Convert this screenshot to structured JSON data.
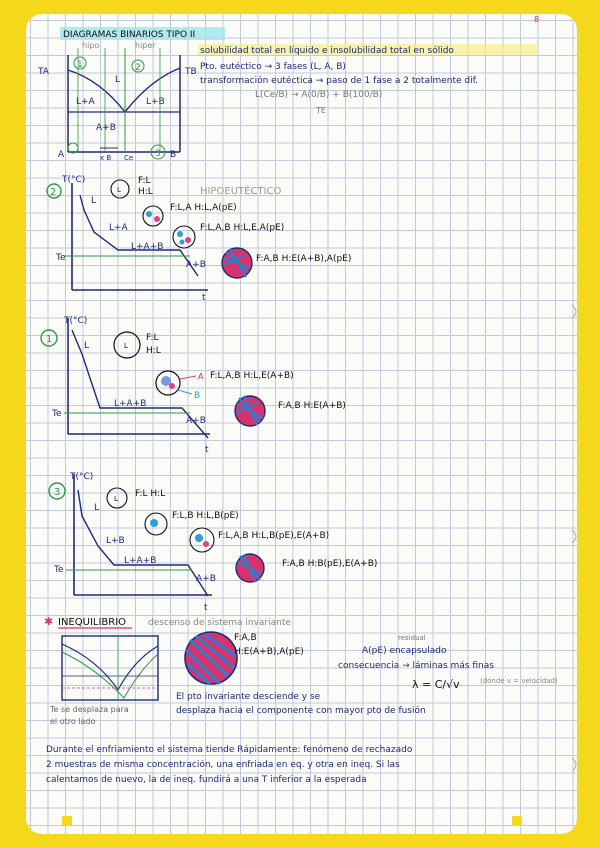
{
  "page": {
    "corner_number": "8"
  },
  "header": {
    "title": "DIAGRAMAS BINARIOS TIPO II",
    "line1": "solubilidad total en líquido e insolubilidad total en sólido",
    "line2": "Pto. eutéctico → 3 fases (L, A, B)",
    "line3": "transformación eutéctica → paso de 1 fase a 2 totalmente dif.",
    "line4": "L(Ce/B) → A(0/B) + B(100/B)",
    "te_under": "TE"
  },
  "top_diagram": {
    "hipo": "hipo",
    "hiper": "hiper",
    "TA": "TA",
    "TB": "TB",
    "L": "L",
    "LA": "L+A",
    "LB": "L+B",
    "AB": "A+B",
    "A": "A",
    "B": "B",
    "xB": "x B",
    "Ce": "Ce",
    "n1": "1",
    "n2": "2",
    "n3": "3"
  },
  "section2": {
    "num": "2",
    "hipo": "HIPOEUTÉCTICO",
    "T": "T(°C)",
    "t": "t",
    "Te": "Te",
    "L": "L",
    "LA": "L+A",
    "LAB": "L+A+B",
    "AB": "A+B",
    "s1": "F:L",
    "s1b": "H:L",
    "s2": "F:L,A  H:L,A(pE)",
    "s3": "F:L,A,B  H:L,E,A(pE)",
    "s4": "F:A,B  H:E(A+B),A(pE)"
  },
  "section1": {
    "num": "1",
    "T": "T(°C)",
    "t": "t",
    "Te": "Te",
    "L": "L",
    "LAB": "L+A+B",
    "AB": "A+B",
    "s1": "F:L",
    "s1b": "H:L",
    "s2": "F:L,A,B  H:L,E(A+B)",
    "a": "A",
    "b": "B",
    "s3": "F:A,B  H:E(A+B)"
  },
  "section3": {
    "num": "3",
    "T": "T(°C)",
    "t": "t",
    "Te": "Te",
    "L": "L",
    "LB": "L+B",
    "LAB": "L+A+B",
    "AB": "A+B",
    "s1": "F:L  H:L",
    "s2": "F:L,B  H:L,B(pE)",
    "s3": "F:L,A,B  H:L,B(pE),E(A+B)",
    "s4": "F:A,B  H:B(pE),E(A+B)"
  },
  "inequilibrio": {
    "heading": "INEQUILIBRIO",
    "desc": "descenso de sistema invariante",
    "f": "F:A,B",
    "h": "H:E(A+B),A(pE)",
    "ape": "A(pE) encapsulado",
    "residual": "residual",
    "consec": "consecuencia → láminas más finas",
    "lambda": "λ = C/√v",
    "vnote": "(dónde v = velocidad)",
    "p1": "El pto invariante desciende y se",
    "p2": "desplaza hacia el componente   con mayor pto de fusión",
    "left1": "Te se desplaza para",
    "left2": "el otro lado",
    "b1": "Durante el enfriamiento el sistema tiende Rápidamente: fenómeno de rechazado",
    "b2": "2 muestras de misma concentración, una enfriada en eq. y otra en ineq. Si las",
    "b3": "calentamos de nuevo, la de ineq. fundirá a una T inferior a la esperada"
  }
}
